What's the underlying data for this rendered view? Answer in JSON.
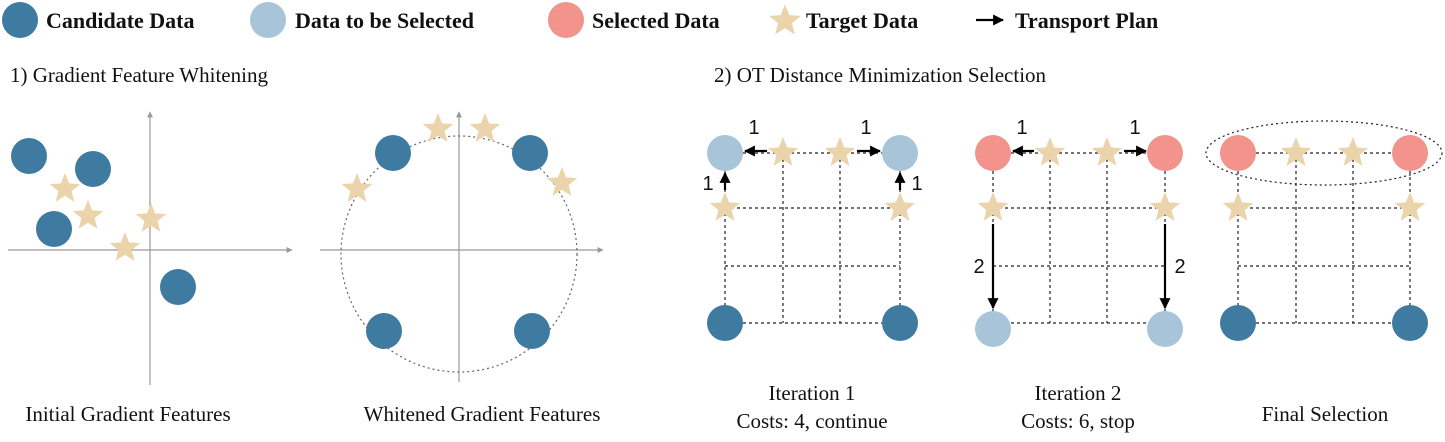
{
  "colors": {
    "candidate": "#3f7aa0",
    "to_select": "#a7c4d9",
    "selected": "#f2938c",
    "target": "#ebd4ac",
    "axis": "#999999"
  },
  "legend": {
    "candidate": "Candidate Data",
    "to_select": "Data to be Selected",
    "selected": "Selected Data",
    "target": "Target Data",
    "transport": "Transport Plan"
  },
  "sections": {
    "whitening": "1) Gradient Feature Whitening",
    "ot": "2) OT Distance Minimization Selection"
  },
  "captions": {
    "initial": "Initial Gradient Features",
    "whitened": "Whitened Gradient Features",
    "iter1_line1": "Iteration 1",
    "iter1_line2": "Costs: 4, continue",
    "iter2_line1": "Iteration 2",
    "iter2_line2": "Costs: 6, stop",
    "final": "Final Selection"
  },
  "costs": {
    "iter1_top_left": "1",
    "iter1_top_right": "1",
    "iter1_side_left": "1",
    "iter1_side_right": "1",
    "iter2_top_left": "1",
    "iter2_top_right": "1",
    "iter2_side_left": "2",
    "iter2_side_right": "2"
  }
}
